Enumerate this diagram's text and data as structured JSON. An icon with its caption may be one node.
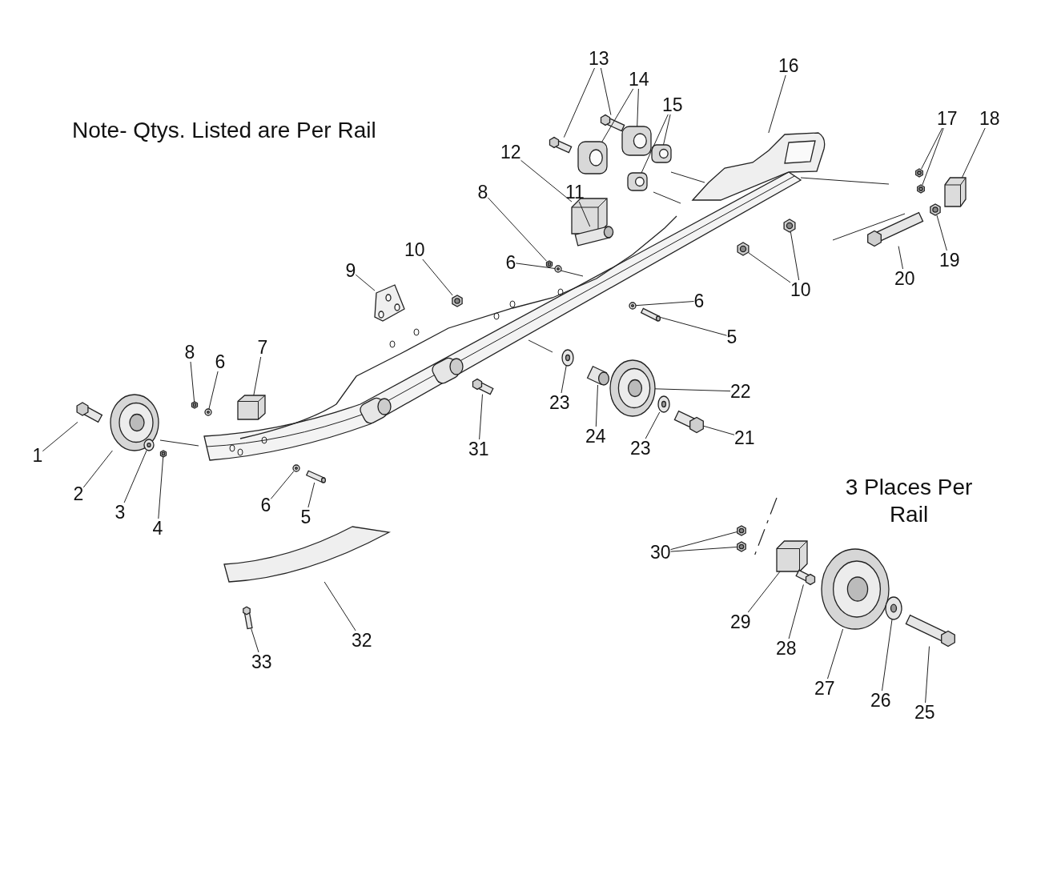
{
  "diagram": {
    "nodes": [
      {
        "text": [
          "13"
        ]
      },
      {
        "text": [],
        "shape": "picture"
      },
      {
        "text": [],
        "shape": "picture"
      },
      {
        "text": [
          "14"
        ]
      },
      {
        "text": [],
        "shape": "picture"
      },
      {
        "text": [],
        "shape": "picture"
      },
      {
        "text": [
          "15"
        ]
      },
      {
        "text": [],
        "shape": "picture"
      },
      {
        "text": [],
        "shape": "picture"
      },
      {
        "text": [
          "16"
        ]
      },
      {
        "text": [],
        "shape": "picture"
      },
      {
        "text": [
          "12"
        ]
      },
      {
        "text": [],
        "shape": "picture"
      },
      {
        "text": [
          "11"
        ]
      },
      {
        "text": [],
        "shape": "bar"
      },
      {
        "text": [
          "8"
        ]
      },
      {
        "text": [],
        "shape": "picture"
      },
      {
        "text": [
          "6"
        ]
      },
      {
        "text": [],
        "shape": "picture"
      },
      {
        "text": [
          "10"
        ]
      },
      {
        "text": [],
        "shape": "picture"
      },
      {
        "text": [
          "9"
        ]
      },
      {
        "text": [],
        "shape": "picture"
      },
      {
        "text": [
          "17"
        ]
      },
      {
        "text": [],
        "shape": "picture"
      },
      {
        "text": [],
        "shape": "picture"
      },
      {
        "text": [
          "18"
        ]
      },
      {
        "text": [],
        "shape": "box"
      },
      {
        "text": [
          "19"
        ]
      },
      {
        "text": [],
        "shape": "picture"
      },
      {
        "text": [
          "20"
        ]
      },
      {
        "text": [],
        "shape": "picture"
      },
      {
        "text": [
          "10"
        ]
      },
      {
        "text": [],
        "shape": "picture"
      },
      {
        "text": [],
        "shape": "picture"
      },
      {
        "text": [
          "6"
        ]
      },
      {
        "text": [],
        "shape": "picture"
      },
      {
        "text": [
          "5"
        ]
      },
      {
        "text": [],
        "shape": "bar"
      },
      {
        "text": [
          "7"
        ]
      },
      {
        "text": [],
        "shape": "box"
      },
      {
        "text": [
          "8"
        ]
      },
      {
        "text": [],
        "shape": "picture"
      },
      {
        "text": [
          "6"
        ]
      },
      {
        "text": [],
        "shape": "picture"
      },
      {
        "text": [
          "1"
        ]
      },
      {
        "text": [],
        "shape": "picture"
      },
      {
        "text": [
          "2"
        ]
      },
      {
        "text": [],
        "shape": "picture"
      },
      {
        "text": [
          "3"
        ]
      },
      {
        "text": [],
        "shape": "picture"
      },
      {
        "text": [
          "4"
        ]
      },
      {
        "text": [],
        "shape": "picture"
      },
      {
        "text": [
          "6"
        ]
      },
      {
        "text": [],
        "shape": "picture"
      },
      {
        "text": [
          "5"
        ]
      },
      {
        "text": [],
        "shape": "bar"
      },
      {
        "text": [
          "31"
        ]
      },
      {
        "text": [],
        "shape": "picture"
      },
      {
        "text": [
          "23"
        ]
      },
      {
        "text": [],
        "shape": "picture"
      },
      {
        "text": [
          "24"
        ]
      },
      {
        "text": [],
        "shape": "picture"
      },
      {
        "text": [
          "22"
        ]
      },
      {
        "text": [],
        "shape": "picture"
      },
      {
        "text": [
          "23"
        ]
      },
      {
        "text": [],
        "shape": "picture"
      },
      {
        "text": [
          "21"
        ]
      },
      {
        "text": [],
        "shape": "picture"
      },
      {
        "text": [
          "30"
        ]
      },
      {
        "text": [],
        "shape": "picture"
      },
      {
        "text": [],
        "shape": "picture"
      },
      {
        "text": [
          "29"
        ]
      },
      {
        "text": [],
        "shape": "box"
      },
      {
        "text": [
          "28"
        ]
      },
      {
        "text": [],
        "shape": "picture"
      },
      {
        "text": [
          "27"
        ]
      },
      {
        "text": [],
        "shape": "picture"
      },
      {
        "text": [
          "26"
        ]
      },
      {
        "text": [],
        "shape": "picture"
      },
      {
        "text": [
          "25"
        ]
      },
      {
        "text": [],
        "shape": "picture"
      },
      {
        "text": [
          "32"
        ]
      },
      {
        "text": [],
        "shape": "picture"
      },
      {
        "text": [
          "33"
        ]
      },
      {
        "text": [],
        "shape": "picture"
      }
    ],
    "edges": [
      {
        "from": 0,
        "to": 1,
        "arrow": "none"
      },
      {
        "from": 0,
        "to": 2,
        "arrow": "none"
      },
      {
        "from": 3,
        "to": 4,
        "arrow": "none"
      },
      {
        "from": 3,
        "to": 5,
        "arrow": "none"
      },
      {
        "from": 6,
        "to": 7,
        "arrow": "none"
      },
      {
        "from": 6,
        "to": 8,
        "arrow": "none"
      },
      {
        "from": 9,
        "to": 10,
        "arrow": "none"
      },
      {
        "from": 11,
        "to": 12,
        "arrow": "none"
      },
      {
        "from": 13,
        "to": 14,
        "arrow": "none"
      },
      {
        "from": 15,
        "to": 16,
        "arrow": "none"
      },
      {
        "from": 17,
        "to": 18,
        "arrow": "none"
      },
      {
        "from": 19,
        "to": 20,
        "arrow": "none"
      },
      {
        "from": 21,
        "to": 22,
        "arrow": "none"
      },
      {
        "from": 23,
        "to": 24,
        "arrow": "none"
      },
      {
        "from": 23,
        "to": 25,
        "arrow": "none"
      },
      {
        "from": 26,
        "to": 27,
        "arrow": "none"
      },
      {
        "from": 28,
        "to": 29,
        "arrow": "none"
      },
      {
        "from": 30,
        "to": 31,
        "arrow": "none"
      },
      {
        "from": 32,
        "to": 33,
        "arrow": "none"
      },
      {
        "from": 32,
        "to": 34,
        "arrow": "none"
      },
      {
        "from": 35,
        "to": 36,
        "arrow": "none"
      },
      {
        "from": 37,
        "to": 38,
        "arrow": "none"
      },
      {
        "from": 39,
        "to": 40,
        "arrow": "none"
      },
      {
        "from": 41,
        "to": 42,
        "arrow": "none"
      },
      {
        "from": 43,
        "to": 44,
        "arrow": "none"
      },
      {
        "from": 45,
        "to": 46,
        "arrow": "none"
      },
      {
        "from": 47,
        "to": 48,
        "arrow": "none"
      },
      {
        "from": 49,
        "to": 50,
        "arrow": "none"
      },
      {
        "from": 51,
        "to": 52,
        "arrow": "none"
      },
      {
        "from": 53,
        "to": 54,
        "arrow": "none"
      },
      {
        "from": 55,
        "to": 56,
        "arrow": "none"
      },
      {
        "from": 57,
        "to": 58,
        "arrow": "none"
      },
      {
        "from": 59,
        "to": 60,
        "arrow": "none"
      },
      {
        "from": 61,
        "to": 62,
        "arrow": "none"
      },
      {
        "from": 63,
        "to": 64,
        "arrow": "none"
      },
      {
        "from": 65,
        "to": 66,
        "arrow": "none"
      },
      {
        "from": 67,
        "to": 68,
        "arrow": "none"
      },
      {
        "from": 69,
        "to": 70,
        "arrow": "none"
      },
      {
        "from": 69,
        "to": 71,
        "arrow": "none"
      },
      {
        "from": 72,
        "to": 73,
        "arrow": "none"
      },
      {
        "from": 74,
        "to": 75,
        "arrow": "none"
      },
      {
        "from": 76,
        "to": 77,
        "arrow": "none"
      },
      {
        "from": 78,
        "to": 79,
        "arrow": "none"
      },
      {
        "from": 80,
        "to": 81,
        "arrow": "none"
      },
      {
        "from": 82,
        "to": 83,
        "arrow": "none"
      },
      {
        "from": 84,
        "to": 85,
        "arrow": "none"
      }
    ],
    "labels": [
      "Note- Qtys. Listed are Per Rail",
      "3 Places Per Rail"
    ]
  }
}
